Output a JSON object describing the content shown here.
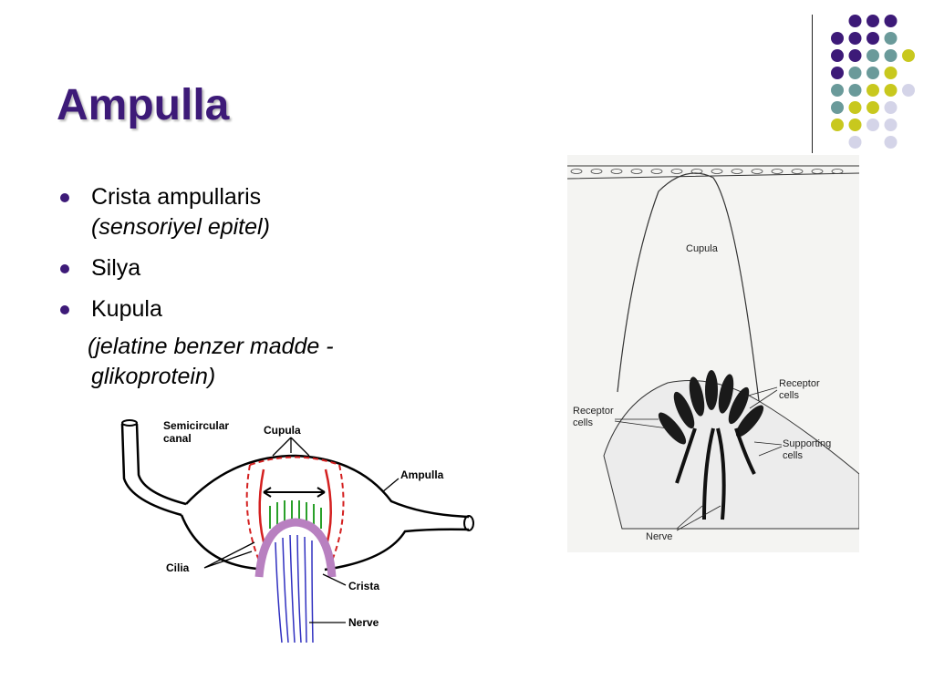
{
  "slide": {
    "title": "Ampulla",
    "bullets": [
      {
        "text": "Crista ampullaris",
        "sub": "(sensoriyel epitel)"
      },
      {
        "text": "Silya"
      },
      {
        "text": "Kupula"
      }
    ],
    "continuation": {
      "line1": "(jelatine benzer madde -",
      "line2": "glikoprotein)"
    }
  },
  "left_diagram": {
    "labels": {
      "semicircular": "Semicircular",
      "canal": "canal",
      "cupula": "Cupula",
      "ampulla": "Ampulla",
      "cilia": "Cilia",
      "crista": "Crista",
      "nerve": "Nerve"
    }
  },
  "right_diagram": {
    "labels": {
      "cupula": "Cupula",
      "receptor_right_1": "Receptor",
      "receptor_right_2": "cells",
      "receptor_left_1": "Receptor",
      "receptor_left_2": "cells",
      "supporting_1": "Supporting",
      "supporting_2": "cells",
      "nerve": "Nerve"
    }
  },
  "colors": {
    "title": "#3d1a78",
    "dot_purple": "#3d1a78",
    "dot_teal": "#6a9a9a",
    "dot_yellow": "#c8c81e",
    "dot_lavender": "#d4d4e8"
  }
}
